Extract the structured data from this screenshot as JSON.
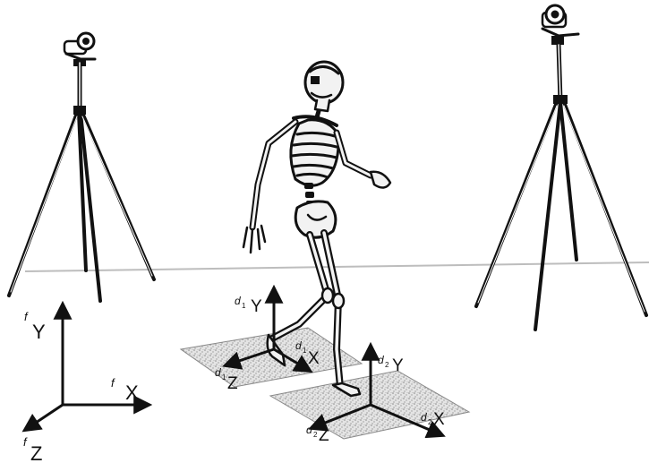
{
  "figure": {
    "subjects": {
      "left_camera": "camera-icon",
      "right_camera": "camera-icon",
      "walker": "skeleton-icon",
      "force_plate_1": "force-plate",
      "force_plate_2": "force-plate"
    },
    "frames": {
      "global": {
        "prefix": "f",
        "y": "Y",
        "x": "X",
        "z": "Z"
      },
      "plate1": {
        "prefix": "d",
        "sub": "1",
        "y": "Y",
        "x": "X",
        "z": "Z"
      },
      "plate2": {
        "prefix": "d",
        "sub": "2",
        "y": "Y",
        "x": "X",
        "z": "Z"
      }
    }
  },
  "colors": {
    "ink": "#111111",
    "plate": "#c9c9c9",
    "bone": "#f2f2f2",
    "floor_line": "#bdbdbd"
  }
}
